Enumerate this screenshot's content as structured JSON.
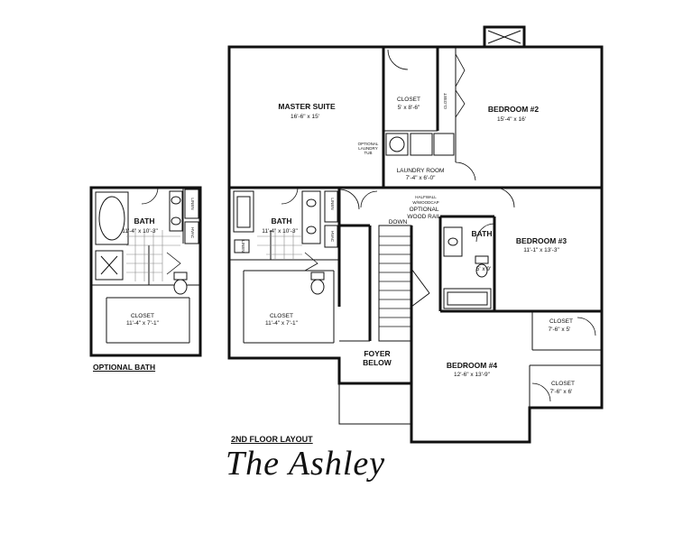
{
  "plan": {
    "name": "The Ashley",
    "floor_label": "2ND FLOOR LAYOUT",
    "optional_bath_label": "OPTIONAL BATH"
  },
  "rooms": {
    "master_suite": {
      "name": "MASTER SUITE",
      "dims": "16'-6\" x 15'"
    },
    "bedroom2": {
      "name": "BEDROOM #2",
      "dims": "15'-4\" x 16'"
    },
    "bedroom3": {
      "name": "BEDROOM #3",
      "dims": "11'-1\" x 13'-3\""
    },
    "bedroom4": {
      "name": "BEDROOM #4",
      "dims": "12'-6\" x 13'-9\""
    },
    "closet_top": {
      "name": "CLOSET",
      "dims": "5' x 8'-6\""
    },
    "closet_vertical": {
      "name": "CLOSET"
    },
    "laundry": {
      "name": "LAUNDRY ROOM",
      "dims": "7'-4\" x 6'-0\""
    },
    "optional_laundry_tub": {
      "line1": "OPTIONAL",
      "line2": "LAUNDRY",
      "line3": "TUB"
    },
    "master_bath": {
      "name": "BATH",
      "dims": "11'-4\" x 10'-3\""
    },
    "master_closet": {
      "name": "CLOSET",
      "dims": "11'-4\" x 7'-1\""
    },
    "hall_bath": {
      "name": "BATH",
      "dims": "5' x 9'"
    },
    "closet_bed3": {
      "name": "CLOSET",
      "dims": "7'-6\" x 5'"
    },
    "closet_bed4": {
      "name": "CLOSET",
      "dims": "7'-6\" x 6'"
    },
    "foyer": {
      "line1": "FOYER",
      "line2": "BELOW"
    },
    "stairs": {
      "label": "DOWN"
    },
    "rail": {
      "line1": "OPTIONAL",
      "line2": "WOOD RAIL"
    },
    "half_wall": {
      "line1": "HALFWALL",
      "line2": "W/WOODCAP"
    },
    "opt_bath": {
      "name": "BATH",
      "dims": "11'-4\" x 10'-3\""
    },
    "opt_closet": {
      "name": "CLOSET",
      "dims": "11'-4\" x 7'-1\""
    }
  },
  "fixture_labels": {
    "linen": "LINEN",
    "hvac": "HVAC",
    "linen_small": "LINEN"
  }
}
